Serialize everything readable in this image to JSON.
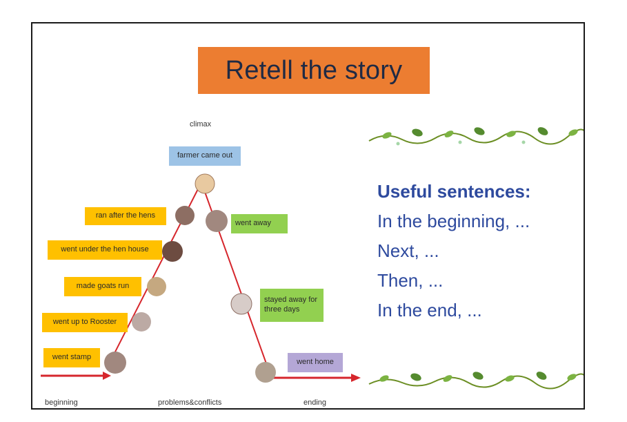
{
  "slide": {
    "title": "Retell the story",
    "climax_label": "climax",
    "stage_labels": {
      "beginning": "beginning",
      "problems": "problems&conflicts",
      "ending": "ending"
    },
    "events": {
      "farmer_came_out": "farmer came out",
      "ran_after_hens": "ran after the hens",
      "went_under_hen_house": "went under the hen house",
      "made_goats_run": "made goats run",
      "went_up_to_rooster": "went up to Rooster",
      "went_stamp": "went stamp",
      "went_away": "went away",
      "stayed_away": "stayed away for three days",
      "went_home": "went home"
    },
    "useful": {
      "heading": "Useful sentences:",
      "lines": [
        "In the beginning, ...",
        "Next, ...",
        "Then, ...",
        "In the end, ..."
      ]
    },
    "colors": {
      "title_bg": "#ec7d31",
      "event_yellow": "#ffc000",
      "event_green": "#92d050",
      "event_blue": "#9dc3e6",
      "event_purple": "#b4a7d6",
      "arrow_red": "#d6262c",
      "text_blue": "#2e4a9e"
    }
  }
}
